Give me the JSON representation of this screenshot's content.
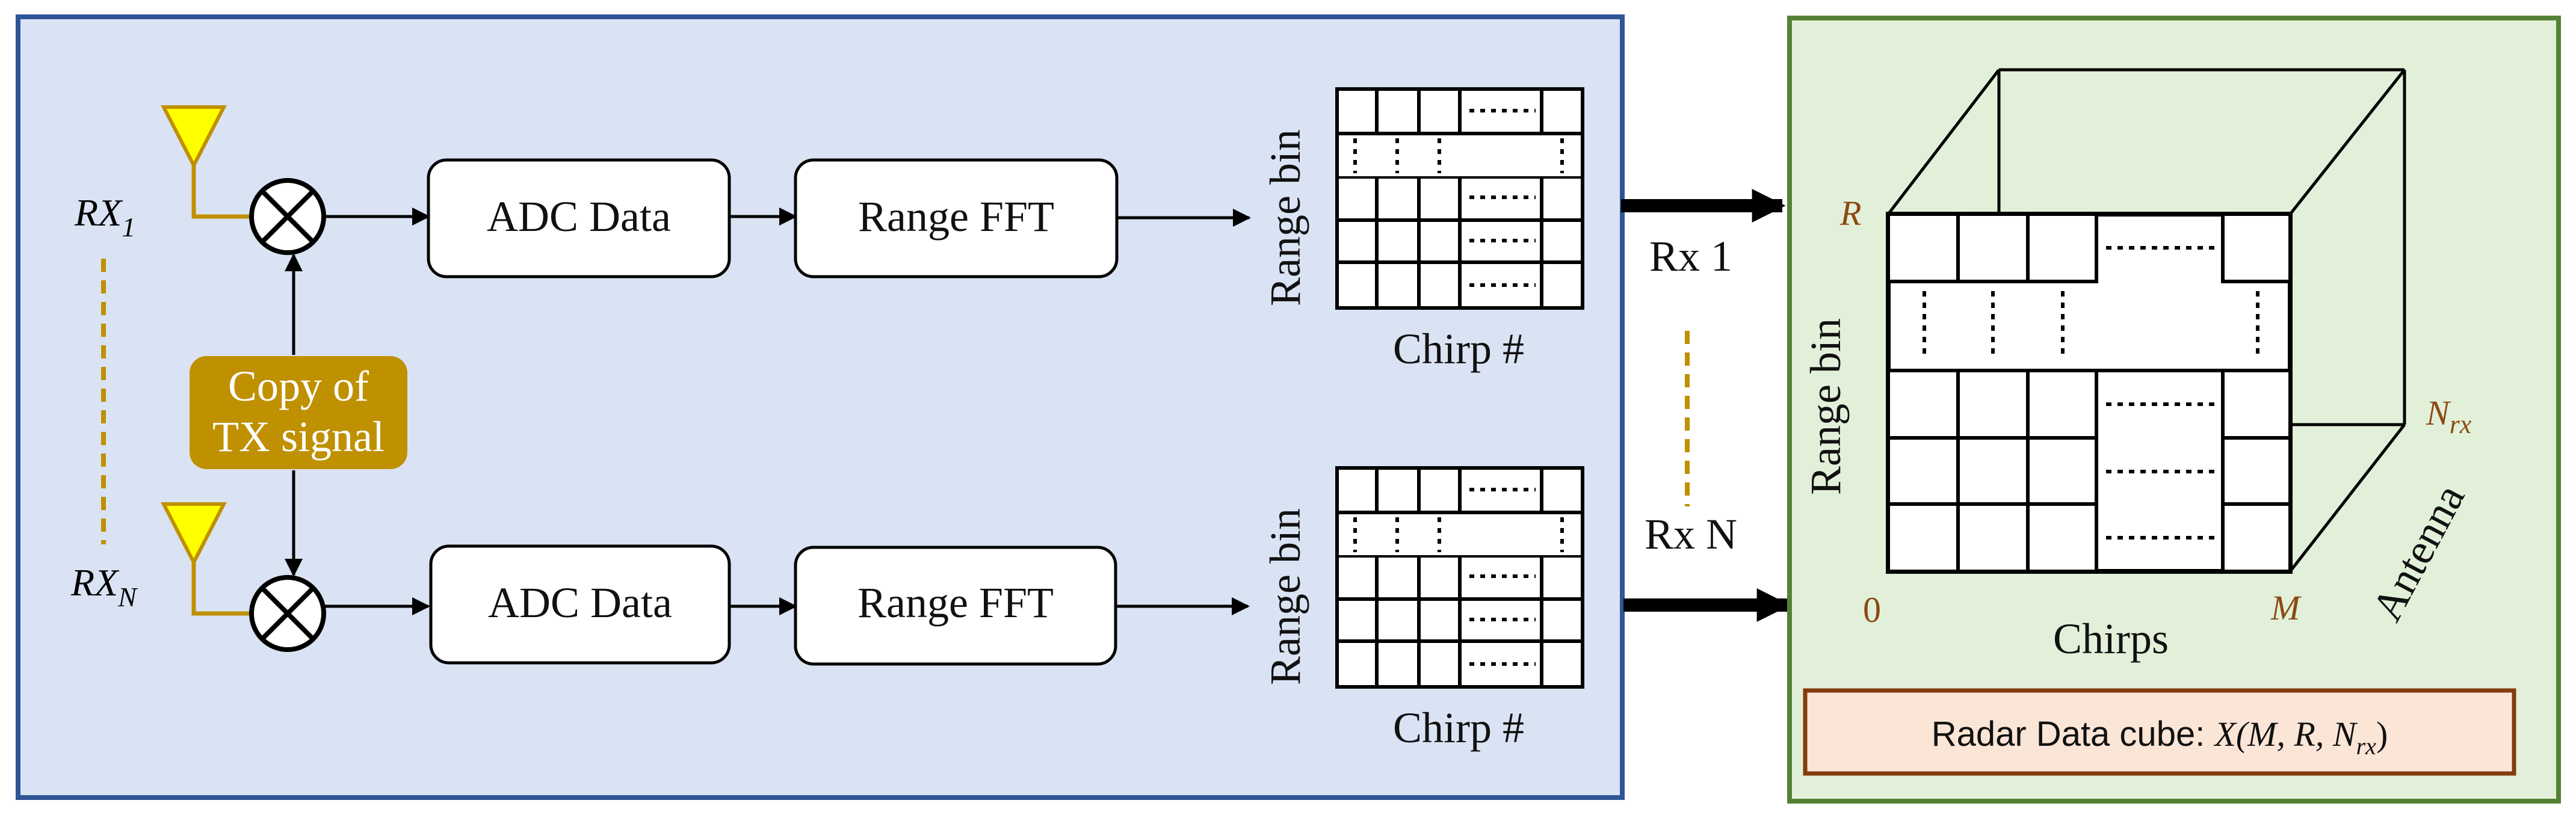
{
  "receiver_chain": {
    "rx_first": {
      "base": "RX",
      "sub": "1"
    },
    "rx_last": {
      "base": "RX",
      "sub": "N"
    },
    "tx_copy_line1": "Copy of",
    "tx_copy_line2": "TX signal",
    "adc_label": "ADC Data",
    "range_fft_label": "Range FFT",
    "matrix_y_label": "Range bin",
    "matrix_x_label": "Chirp #"
  },
  "links": {
    "top": "Rx 1",
    "bottom": "Rx N"
  },
  "cube": {
    "y_axis": "Range bin",
    "x_axis": "Chirps",
    "z_axis": "Antenna",
    "r_label": "R",
    "zero_label": "0",
    "m_label": "M",
    "n_base": "N",
    "n_sub": "rx",
    "caption_prefix": "Radar Data cube: ",
    "caption_formula": "X(M, R, N",
    "caption_sub": "rx",
    "caption_close": ")"
  },
  "colors": {
    "left_panel_fill": "#dae3f3",
    "left_panel_border": "#2f5597",
    "right_panel_fill": "#e2f0d9",
    "right_panel_border": "#548235",
    "antenna_fill": "#ffff00",
    "antenna_line": "#bf9000",
    "tx_box_fill": "#bf9000",
    "caption_fill": "#fbe5d6",
    "caption_border": "#843c0c",
    "axis_marker_text": "#8a4a12"
  },
  "icons": {
    "antenna": "antenna-icon",
    "mixer": "mixer-icon"
  }
}
